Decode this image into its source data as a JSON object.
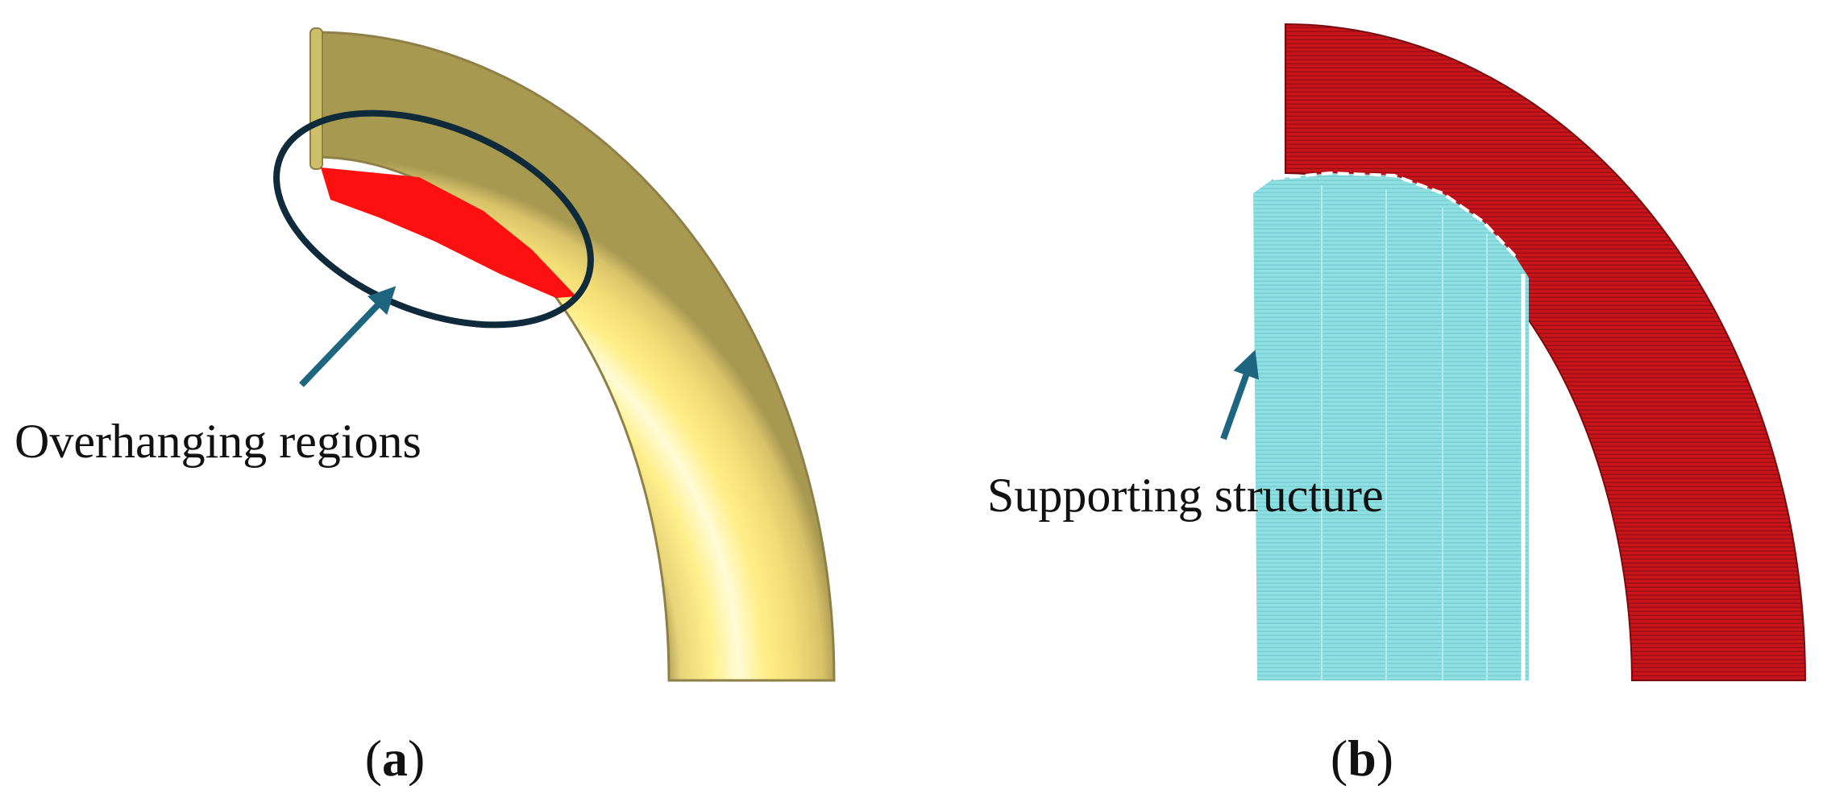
{
  "panels": [
    {
      "id": "a",
      "caption_open": "(",
      "caption_letter": "a",
      "caption_close": ")",
      "annotation": "Overhanging regions",
      "part_color": "#FFEF80",
      "overhang_color": "#FF1010",
      "callout_color": "#0F2A3A",
      "arrow_color": "#1E6680"
    },
    {
      "id": "b",
      "caption_open": "(",
      "caption_letter": "b",
      "caption_close": ")",
      "annotation": "Supporting structure",
      "part_color": "#C8141A",
      "support_color": "#8FE0E2",
      "arrow_color": "#1E6680"
    }
  ]
}
